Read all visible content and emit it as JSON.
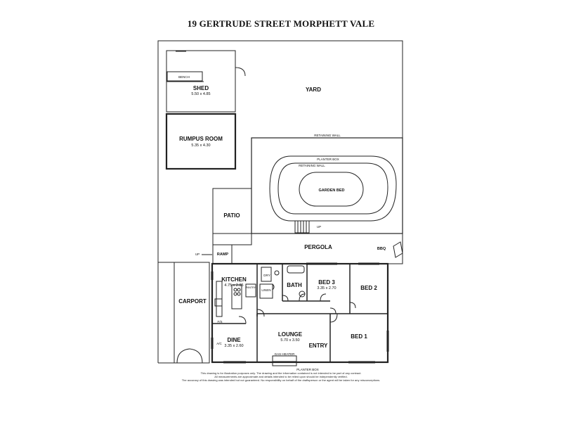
{
  "title": "19 GERTRUDE STREET MORPHETT VALE",
  "rooms": {
    "yard": "YARD",
    "bench": "BENCH",
    "shed": {
      "name": "SHED",
      "dims": "5.50 x 4.85"
    },
    "rumpus": {
      "name": "RUMPUS ROOM",
      "dims": "5.35 x 4.30"
    },
    "retaining_wall_top": "RETAINING WALL",
    "planter_box_top": "PLANTER BOX",
    "retaining_wall_inner": "RETAINING WALL",
    "garden_bed": "GARDEN BED",
    "up_garden": "UP",
    "patio": "PATIO",
    "pergola": "PERGOLA",
    "bbq": "BBQ",
    "up_ramp": "UP",
    "ramp": "RAMP",
    "carport": "CARPORT",
    "kitchen": {
      "name": "KITCHEN",
      "dims": "4.75 x 2.85"
    },
    "pantry": "PANTRY",
    "dry": "DRY",
    "linen": "LINEN",
    "bath": "BATH",
    "bed3": {
      "name": "BED 3",
      "dims": "3.35 x 2.70"
    },
    "bed2": "BED 2",
    "bed1": "BED 1",
    "fs": "F/S",
    "ac": "A/C",
    "dine": {
      "name": "DINE",
      "dims": "3.35 x 2.60"
    },
    "lounge": {
      "name": "LOUNGE",
      "dims": "5.70 x 3.50"
    },
    "entry": "ENTRY",
    "gas_heater": "GAS HEATER",
    "planter_box_bottom": "PLANTER BOX"
  },
  "disclaimer": [
    "This drawing is for illustration purposes only. The drawing and the information contained is not intended to be part of any contract.",
    "All measurements are approximate and details intended to be relied upon should be independently verified.",
    "The accuracy of this drawing was intended but not guaranteed. No responsibility on behalf of the draftsperson or the agent will be taken for any misconceptions."
  ]
}
